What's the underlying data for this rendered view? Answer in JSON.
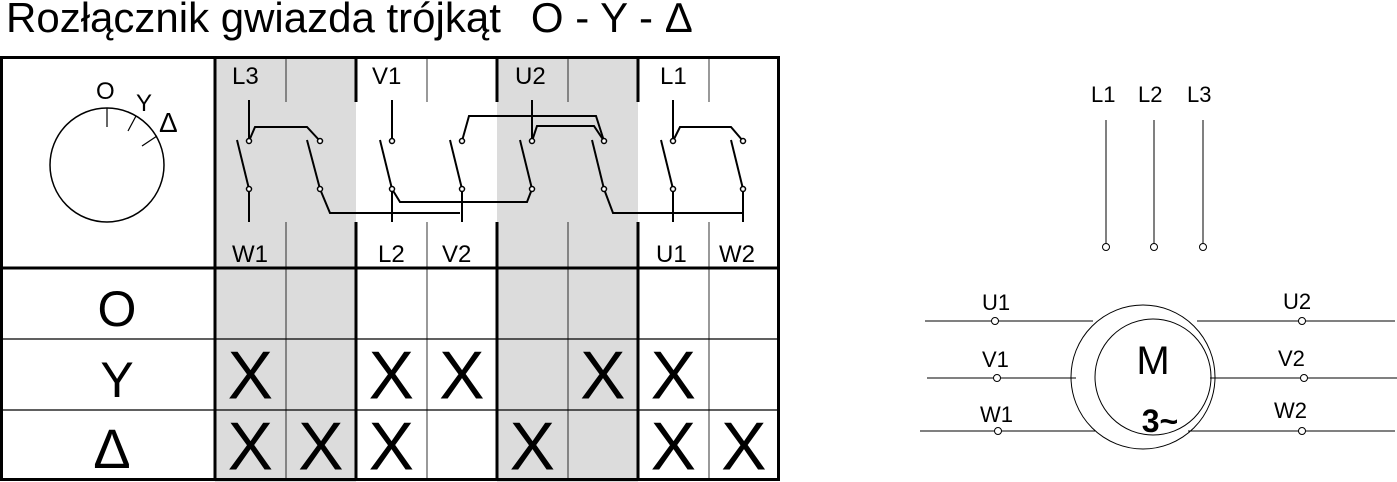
{
  "title": {
    "main": "Rozłącznik gwiazda trójkąt",
    "modes": "O - Y - Δ"
  },
  "dial": {
    "positions": [
      "O",
      "Y",
      "Δ"
    ]
  },
  "contact_pairs": [
    {
      "top": "L3",
      "bottom": "W1"
    },
    {
      "top": "V1",
      "bottom_left": "L2",
      "bottom_right": "V2"
    },
    {
      "top": "U2"
    },
    {
      "top": "L1",
      "bottom_left": "U1",
      "bottom_right": "W2"
    }
  ],
  "table": {
    "rows": [
      {
        "label": "O",
        "marks": [
          "",
          "",
          "",
          "",
          "",
          "",
          "",
          ""
        ]
      },
      {
        "label": "Y",
        "marks": [
          "X",
          "",
          "X",
          "X",
          "",
          "X",
          "X",
          ""
        ]
      },
      {
        "label": "Δ",
        "marks": [
          "X",
          "X",
          "X",
          "",
          "X",
          "",
          "X",
          "X"
        ]
      }
    ]
  },
  "supply": {
    "phases": [
      "L1",
      "L2",
      "L3"
    ]
  },
  "motor": {
    "symbol": "M",
    "subtitle": "3~",
    "left_terminals": [
      "U1",
      "V1",
      "W1"
    ],
    "right_terminals": [
      "U2",
      "V2",
      "W2"
    ]
  },
  "colors": {
    "shade": "#dcdcdc",
    "line": "#000000"
  }
}
